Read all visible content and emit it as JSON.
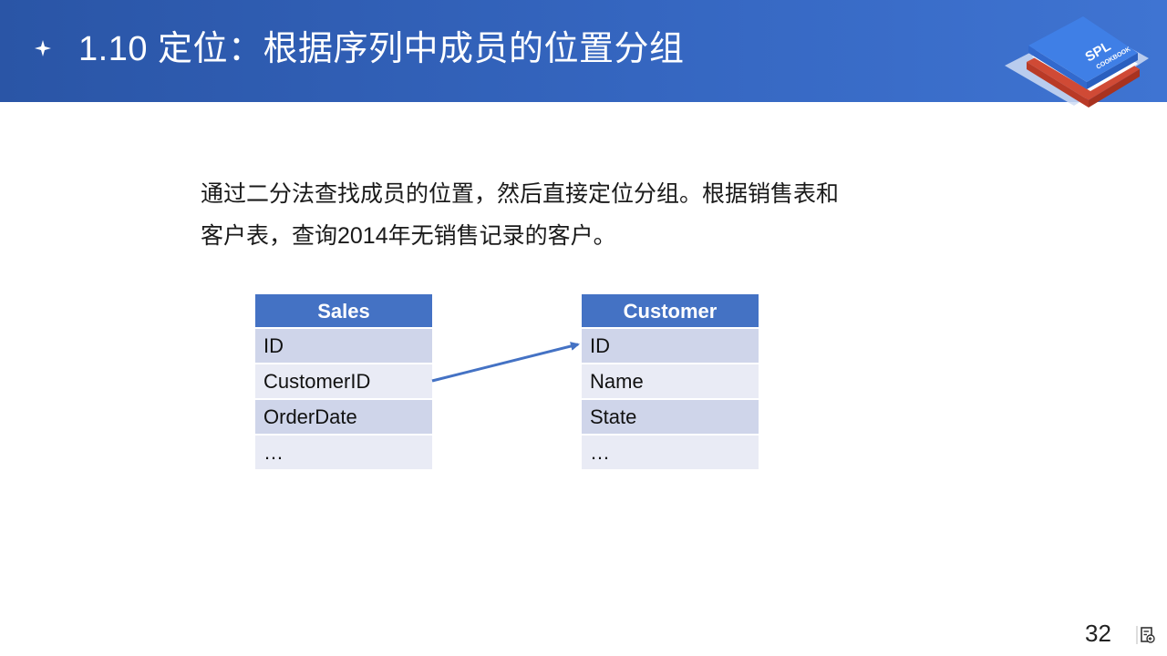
{
  "header": {
    "title": "1.10  定位：根据序列中成员的位置分组",
    "star_icon": "four-point-star-icon",
    "logo": {
      "icon": "spl-cookbook-book-icon",
      "line1": "SPL",
      "line2": "COOKBOOK"
    }
  },
  "description": {
    "line1": "通过二分法查找成员的位置，然后直接定位分组。根据销售表和",
    "line2": "客户表，查询2014年无销售记录的客户。"
  },
  "tables": {
    "sales": {
      "header": "Sales",
      "rows": [
        "ID",
        "CustomerID",
        "OrderDate",
        "…"
      ]
    },
    "customer": {
      "header": "Customer",
      "rows": [
        "ID",
        "Name",
        "State",
        "…"
      ]
    }
  },
  "relation": {
    "from": "CustomerID",
    "to": "ID",
    "color": "#4472c4"
  },
  "footer": {
    "page_number": "32",
    "nav_icon": "slide-return-icon"
  },
  "colors": {
    "header_bg": "#3566c0",
    "table_header": "#4472c4",
    "row_odd": "#cfd5ea",
    "row_even": "#e9ebf5"
  }
}
